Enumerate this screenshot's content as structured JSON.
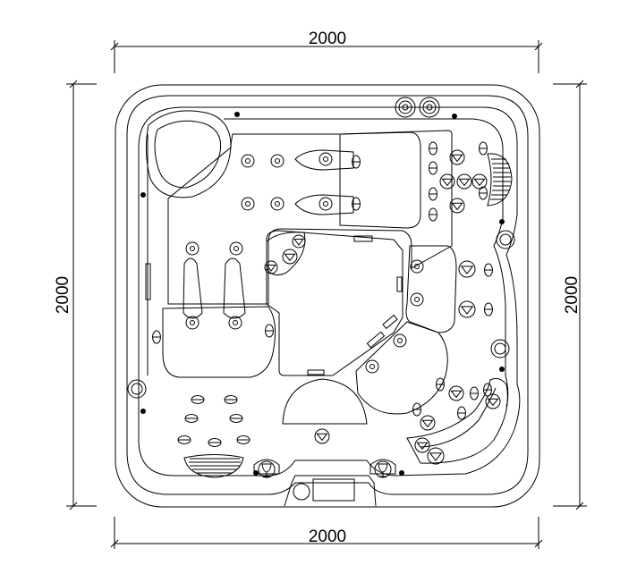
{
  "dimensions": {
    "top": "2000",
    "bottom": "2000",
    "left": "2000",
    "right": "2000"
  },
  "colors": {
    "line": "#000000",
    "background": "#ffffff"
  }
}
